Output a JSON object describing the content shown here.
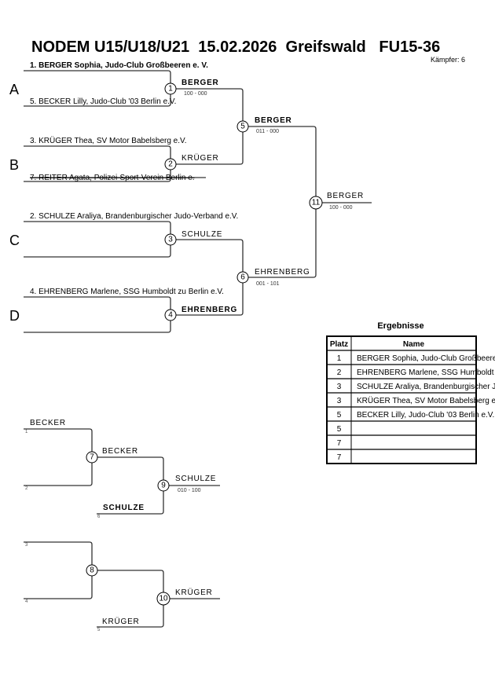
{
  "header": {
    "title": "NODEM U15/U18/U21  15.02.2026  Greifswald   FU15-36",
    "fighter_count": "Kämpfer: 6"
  },
  "pools": [
    {
      "letter": "A",
      "top": "1. BERGER Sophia, Judo-Club Großbeeren e. V.",
      "bottom": "5. BECKER Lilly, Judo-Club '03 Berlin e.V.",
      "bottom_struck": false
    },
    {
      "letter": "B",
      "top": "3. KRÜGER Thea, SV Motor Babelsberg e.V.",
      "bottom": "7. REITER Agata, Polizei-Sport-Verein Berlin e.",
      "bottom_struck": true
    },
    {
      "letter": "C",
      "top": "2. SCHULZE Araliya, Brandenburgischer Judo-Verband e.V.",
      "bottom": "",
      "bottom_struck": false
    },
    {
      "letter": "D",
      "top": "4. EHRENBERG Marlene, SSG Humboldt zu Berlin e.V.",
      "bottom": "",
      "bottom_struck": false
    }
  ],
  "fights": {
    "f1": {
      "no": "1",
      "winner": "BERGER",
      "score": "100 - 000"
    },
    "f2": {
      "no": "2",
      "winner": "KRÜGER",
      "score": ""
    },
    "f3": {
      "no": "3",
      "winner": "SCHULZE",
      "score": ""
    },
    "f4": {
      "no": "4",
      "winner": "EHRENBERG",
      "score": ""
    },
    "f5": {
      "no": "5",
      "winner": "BERGER",
      "score": "011 - 000"
    },
    "f6": {
      "no": "6",
      "winner": "EHRENBERG",
      "score": "001 - 101"
    },
    "f11": {
      "no": "11",
      "winner": "BERGER",
      "score": "100 - 000"
    }
  },
  "repechage": {
    "f7": {
      "no": "7",
      "top": "BECKER",
      "top_slot": "1",
      "bottom": "",
      "bottom_slot": "2",
      "winner": "BECKER"
    },
    "f9": {
      "no": "9",
      "entrant": "SCHULZE",
      "entrant_slot": "6",
      "winner": "SCHULZE",
      "score": "010 - 100"
    },
    "f8": {
      "no": "8",
      "top": "",
      "top_slot": "3",
      "bottom": "",
      "bottom_slot": "4",
      "winner": ""
    },
    "f10": {
      "no": "10",
      "entrant": "KRÜGER",
      "entrant_slot": "5",
      "winner": "KRÜGER",
      "score": ""
    }
  },
  "results": {
    "title": "Ergebnisse",
    "columns": [
      "Platz",
      "Name"
    ],
    "rows": [
      {
        "place": "1",
        "name": "BERGER Sophia, Judo-Club Großbeeren e. V."
      },
      {
        "place": "2",
        "name": "EHRENBERG Marlene, SSG Humboldt zu Berlin e.V."
      },
      {
        "place": "3",
        "name": "SCHULZE Araliya, Brandenburgischer Judo-Verband e.V."
      },
      {
        "place": "3",
        "name": "KRÜGER Thea, SV Motor Babelsberg e.V."
      },
      {
        "place": "5",
        "name": "BECKER Lilly, Judo-Club '03 Berlin e.V."
      },
      {
        "place": "5",
        "name": ""
      },
      {
        "place": "7",
        "name": ""
      },
      {
        "place": "7",
        "name": ""
      }
    ]
  }
}
